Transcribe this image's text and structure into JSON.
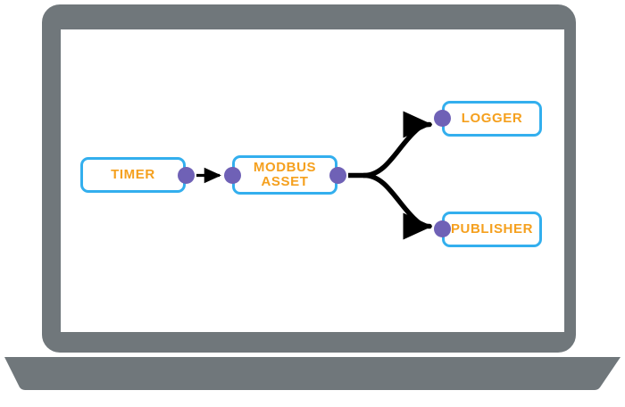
{
  "device": {
    "name": "laptop-illustration",
    "frame_color": "#70777b",
    "screen_color": "#ffffff"
  },
  "flow": {
    "name": "node-red-flow",
    "palette": {
      "node_border": "#33afee",
      "node_fill": "#ffffff",
      "label_color": "#f5a01e",
      "port_color": "#6f61b6",
      "wire_color": "#000000"
    },
    "nodes": [
      {
        "id": "timer",
        "label": "TIMER"
      },
      {
        "id": "modbus",
        "label": "MODBUS\nASSET"
      },
      {
        "id": "logger",
        "label": "LOGGER"
      },
      {
        "id": "publisher",
        "label": "PUBLISHER"
      }
    ],
    "ports": [
      {
        "id": "timer-out",
        "node": "timer",
        "kind": "output"
      },
      {
        "id": "modbus-in",
        "node": "modbus",
        "kind": "input"
      },
      {
        "id": "modbus-out",
        "node": "modbus",
        "kind": "output"
      },
      {
        "id": "logger-in",
        "node": "logger",
        "kind": "input"
      },
      {
        "id": "publisher-in",
        "node": "publisher",
        "kind": "input"
      }
    ],
    "wires": [
      {
        "id": "timer-to-modbus",
        "from": "timer-out",
        "to": "modbus-in"
      },
      {
        "id": "modbus-to-logger",
        "from": "modbus-out",
        "to": "logger-in"
      },
      {
        "id": "modbus-to-publisher",
        "from": "modbus-out",
        "to": "publisher-in"
      }
    ]
  }
}
